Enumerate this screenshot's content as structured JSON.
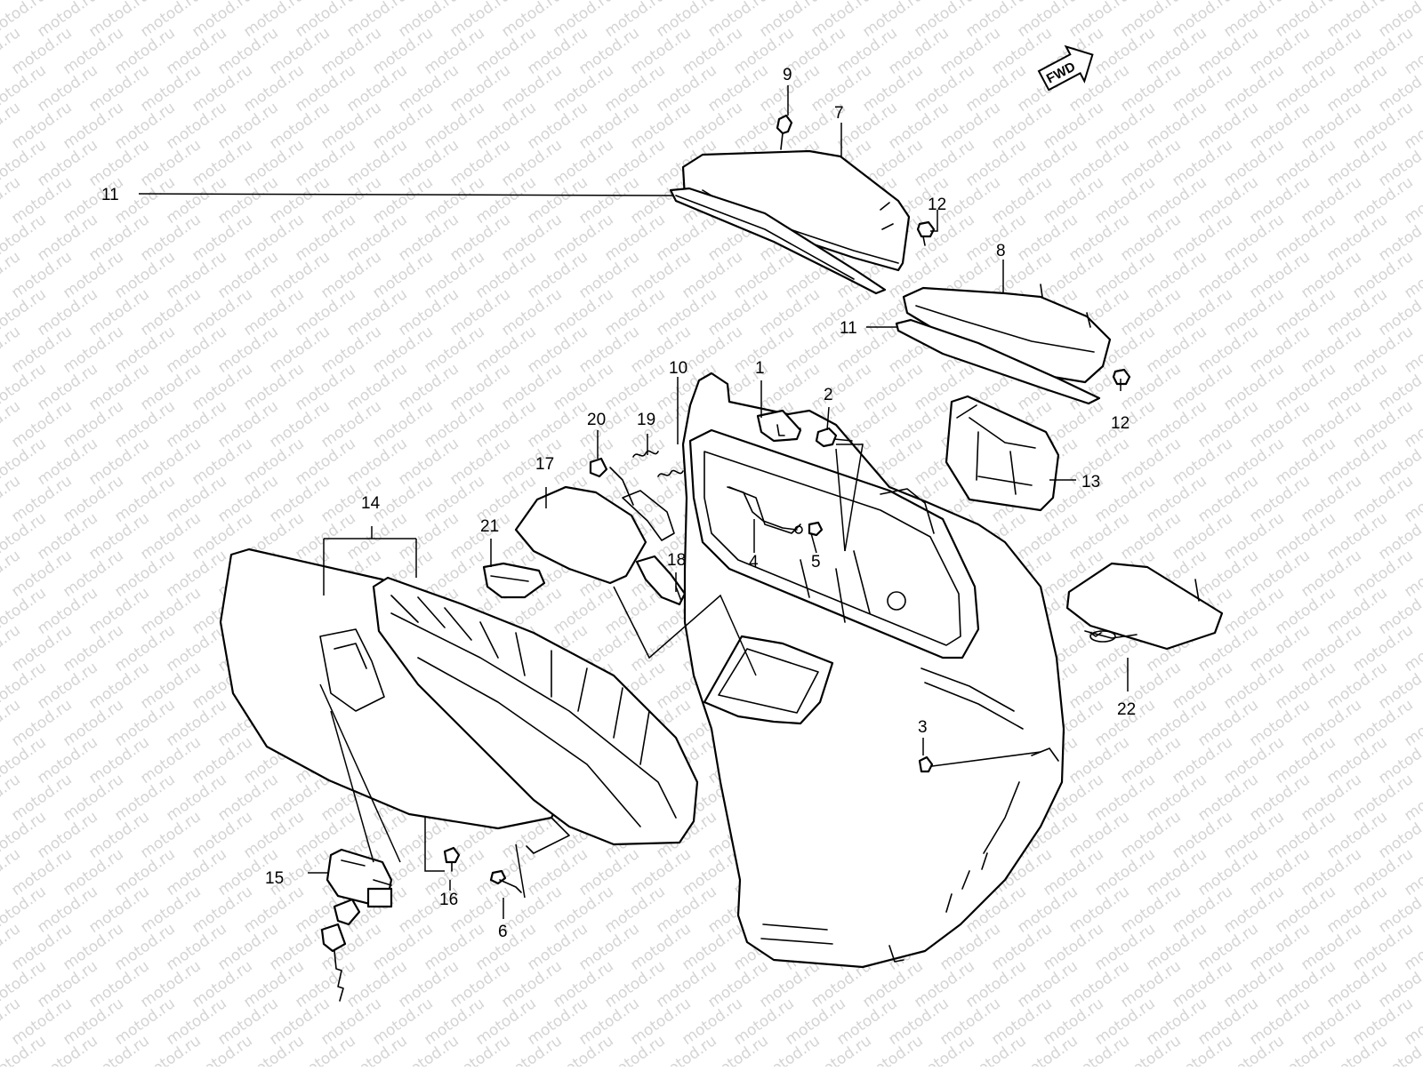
{
  "watermark": {
    "text": "motod.ru",
    "color": "#d4d4d4"
  },
  "direction_badge": {
    "label": "FWD"
  },
  "callouts": [
    {
      "id": "c1",
      "label": "1"
    },
    {
      "id": "c2",
      "label": "2"
    },
    {
      "id": "c3",
      "label": "3"
    },
    {
      "id": "c4",
      "label": "4"
    },
    {
      "id": "c5",
      "label": "5"
    },
    {
      "id": "c6",
      "label": "6"
    },
    {
      "id": "c7",
      "label": "7"
    },
    {
      "id": "c8",
      "label": "8"
    },
    {
      "id": "c9",
      "label": "9"
    },
    {
      "id": "c10",
      "label": "10"
    },
    {
      "id": "c11a",
      "label": "11"
    },
    {
      "id": "c11b",
      "label": "11"
    },
    {
      "id": "c12a",
      "label": "12"
    },
    {
      "id": "c12b",
      "label": "12"
    },
    {
      "id": "c13",
      "label": "13"
    },
    {
      "id": "c14",
      "label": "14"
    },
    {
      "id": "c15",
      "label": "15"
    },
    {
      "id": "c16",
      "label": "16"
    },
    {
      "id": "c17",
      "label": "17"
    },
    {
      "id": "c18",
      "label": "18"
    },
    {
      "id": "c19",
      "label": "19"
    },
    {
      "id": "c20",
      "label": "20"
    },
    {
      "id": "c21",
      "label": "21"
    },
    {
      "id": "c22",
      "label": "22"
    }
  ]
}
